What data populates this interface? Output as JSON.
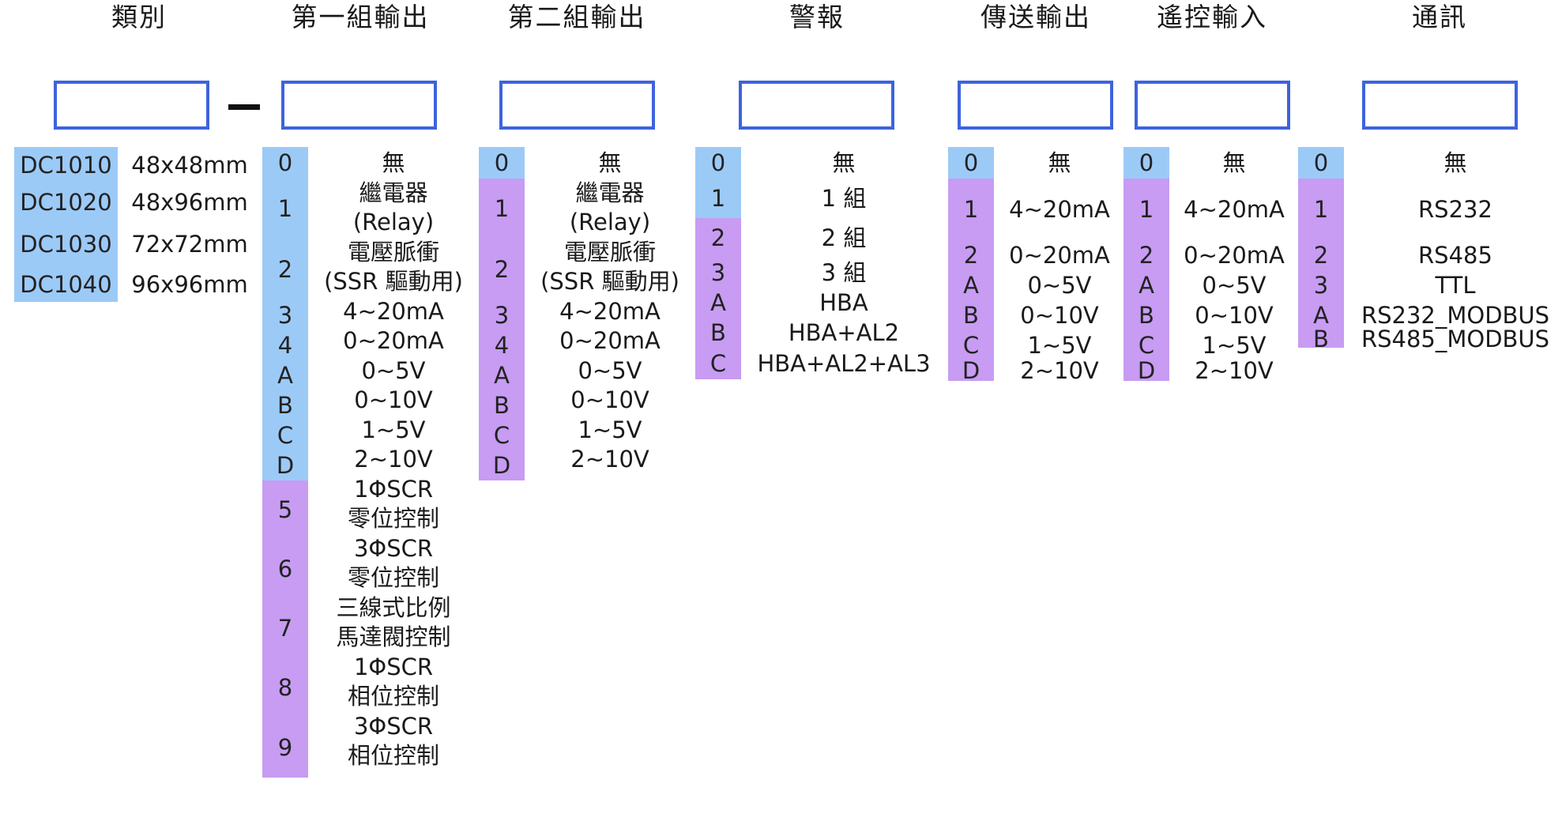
{
  "headings": [
    "類別",
    "第一組輸出",
    "第二組輸出",
    "警報",
    "傳送輸出",
    "遙控輸入",
    "通訊"
  ],
  "category": {
    "codes": [
      "DC1010",
      "DC1020",
      "DC1030",
      "DC1040"
    ],
    "sizes": [
      "48x48mm",
      "48x96mm",
      "72x72mm",
      "96x96mm"
    ]
  },
  "colors": {
    "box_border": "#3d63dd",
    "blue": "#9ccaf7",
    "purple": "#c79cf2"
  },
  "output1": {
    "codes": [
      {
        "c": "0",
        "color": "blue"
      },
      {
        "c": "1",
        "color": "blue"
      },
      {
        "c": "2",
        "color": "blue"
      },
      {
        "c": "3",
        "color": "blue"
      },
      {
        "c": "4",
        "color": "blue"
      },
      {
        "c": "A",
        "color": "blue"
      },
      {
        "c": "B",
        "color": "blue"
      },
      {
        "c": "C",
        "color": "blue"
      },
      {
        "c": "D",
        "color": "blue"
      },
      {
        "c": "5",
        "color": "purple"
      },
      {
        "c": "6",
        "color": "purple"
      },
      {
        "c": "7",
        "color": "purple"
      },
      {
        "c": "8",
        "color": "purple"
      },
      {
        "c": "9",
        "color": "purple"
      }
    ],
    "lines": [
      "無",
      "繼電器",
      "(Relay)",
      "電壓脈衝",
      "(SSR 驅動用)",
      "4~20mA",
      "0~20mA",
      "0~5V",
      "0~10V",
      "1~5V",
      "2~10V",
      "1ΦSCR",
      "零位控制",
      "3ΦSCR",
      "零位控制",
      "三線式比例",
      "馬達閥控制",
      "1ΦSCR",
      "相位控制",
      "3ΦSCR",
      "相位控制"
    ]
  },
  "output2": {
    "codes": [
      {
        "c": "0",
        "color": "blue"
      },
      {
        "c": "1",
        "color": "purple"
      },
      {
        "c": "2",
        "color": "purple"
      },
      {
        "c": "3",
        "color": "purple"
      },
      {
        "c": "4",
        "color": "purple"
      },
      {
        "c": "A",
        "color": "purple"
      },
      {
        "c": "B",
        "color": "purple"
      },
      {
        "c": "C",
        "color": "purple"
      },
      {
        "c": "D",
        "color": "purple"
      }
    ],
    "lines": [
      "無",
      "繼電器",
      "(Relay)",
      "電壓脈衝",
      "(SSR 驅動用)",
      "4~20mA",
      "0~20mA",
      "0~5V",
      "0~10V",
      "1~5V",
      "2~10V"
    ]
  },
  "alarm": {
    "codes": [
      {
        "c": "0",
        "color": "blue"
      },
      {
        "c": "1",
        "color": "blue"
      },
      {
        "c": "2",
        "color": "purple"
      },
      {
        "c": "3",
        "color": "purple"
      },
      {
        "c": "A",
        "color": "purple"
      },
      {
        "c": "B",
        "color": "purple"
      },
      {
        "c": "C",
        "color": "purple"
      }
    ],
    "lines": [
      "無",
      "1 組",
      "2 組",
      "3 組",
      "HBA",
      "HBA+AL2",
      "HBA+AL2+AL3"
    ]
  },
  "transmit": {
    "codes": [
      {
        "c": "0",
        "color": "blue"
      },
      {
        "c": "1",
        "color": "purple"
      },
      {
        "c": "2",
        "color": "purple"
      },
      {
        "c": "A",
        "color": "purple"
      },
      {
        "c": "B",
        "color": "purple"
      },
      {
        "c": "C",
        "color": "purple"
      },
      {
        "c": "D",
        "color": "purple"
      }
    ],
    "lines": [
      "無",
      "4~20mA",
      "0~20mA",
      "0~5V",
      "0~10V",
      "1~5V",
      "2~10V"
    ]
  },
  "remote": {
    "codes": [
      {
        "c": "0",
        "color": "blue"
      },
      {
        "c": "1",
        "color": "purple"
      },
      {
        "c": "2",
        "color": "purple"
      },
      {
        "c": "A",
        "color": "purple"
      },
      {
        "c": "B",
        "color": "purple"
      },
      {
        "c": "C",
        "color": "purple"
      },
      {
        "c": "D",
        "color": "purple"
      }
    ],
    "lines": [
      "無",
      "4~20mA",
      "0~20mA",
      "0~5V",
      "0~10V",
      "1~5V",
      "2~10V"
    ]
  },
  "comm": {
    "codes": [
      {
        "c": "0",
        "color": "blue"
      },
      {
        "c": "1",
        "color": "purple"
      },
      {
        "c": "2",
        "color": "purple"
      },
      {
        "c": "3",
        "color": "purple"
      },
      {
        "c": "A",
        "color": "purple"
      },
      {
        "c": "B",
        "color": "purple"
      }
    ],
    "lines": [
      "無",
      "RS232",
      "RS485",
      "TTL",
      "RS232_MODBUS",
      "RS485_MODBUS"
    ]
  }
}
